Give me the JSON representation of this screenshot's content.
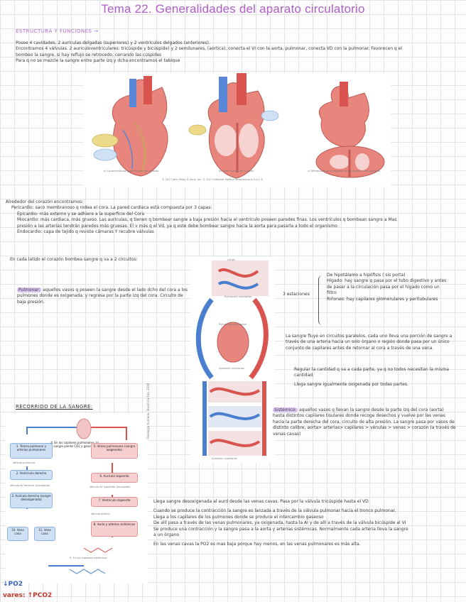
{
  "title": "Tema 22. Generalidades del aparato circulatorio",
  "section1": {
    "heading": "ESTRUCTURA Y FUNCIONES →",
    "lines": [
      "Posee 4 cavidades, 2 aurículas delgadas (superiores) y 2 ventrículos delgados (anteriores).",
      "Encontramos 4 válvulas. 2 auriculoventriculares: tricúspide y bicúspide) y 2 semilunares, (aortica), conecta el VI con la aorta, pulmonar, conecta VD con la pulmonar. Favorecen q el",
      "bombeo la sangre, si hay reflujo se retrocedo, cerrando las cúspides",
      "Para q no se mezcle la sangre entre parte izq y dcha encontramos el tabique"
    ],
    "figure_captions": [
      "a) Características superficiales del corazón",
      "b) Corte frontal del corazón",
      "c) Diferencias en el espesor de las paredes ventriculares"
    ],
    "copyright": "© 2017 John Wiley & Sons, Inc. © 2017 Editorial Médica Panamericana S.A.C.F."
  },
  "section2": {
    "heading": "Alrededor del corazón encontramos:",
    "items": [
      "Pericardio: saco membranoso q rodea el cora. La pared cardiaca está compuesta por 3 capas:",
      "Epicardio: más externo y se adhiere a la superficie del Cora",
      "Miocardio: más cardiaca, más grueso. Las aurículas, q tienen q bombear sangre a baja presión hacia el ventrículo poseen paredes finas. Los ventrículos q bombean sangre a Mas",
      "presión a las arterias tendrán paredes más gruesas. El v más q el Vd, ya q este debe bombear sangre hacia la aorta para pasarla a todo el organismo",
      "Endocardio: capa de tejido q reviste cámaras Y recubre válvulas"
    ]
  },
  "section3": {
    "intro": "En cada latido el corazón bombea sangre q va a 2 circuitos:",
    "pulmonar": {
      "label": "Pulmonar:",
      "text": "aquellos vasos q poseen la sangre desde el lado dcho del cora a los pulmones donde es oxigenada, y regresa por la parte izq del cora. Circuito de baja presión."
    },
    "estaciones_label": "3 estaciones",
    "estaciones_head": "De hipotálamo a hipófisis ( sis porta)",
    "estaciones_items": [
      "Hígado: hay sangre q pasa por el tubo digestivo y antes de pasar a la circulación pasa por el hígado como un filtro",
      "Riñones: hay capilares glomerulares y peritubulares"
    ],
    "paralelo": "La sangre fluye en circuitos paralelos, cada uno lleva una porción de sangre a través de una arteria hacia un solo órgano o región donde pasa por un único conjunto de capilares antes de retornar al cora a través de una vena.",
    "paralelo_items": [
      "Regular la cantidad q va a cada parte, ya q no todos necesitan la misma cantidad.",
      "Llega sangre igualmente oxigenada por todas partes."
    ],
    "sistemico": {
      "label": "Sistémico:",
      "text": "aquellos vasos q llevan la sangre desde la parte izq del cora (aorta) hasta distintos capilares tisulares donde recoge desechos y vuelve por las venas hacia la parte derecha del cora, circuito de alta presión. La sangre pasa por vasos de distinto calibre, aorta> arterias> capilares > vénulas > venas > corazón (a través de venas cavas)"
    },
    "diagram_labels": {
      "lungs": "Lungs",
      "pulm_capillaries": "Pulmonary capillaries",
      "pulm_circulation": "Pulmonary circulation",
      "systemic_circulation": "Systemic circulation",
      "systemic_capillaries": "Systemic capillaries"
    }
  },
  "section4": {
    "heading": "RECORRIDO DE LA SANGRE:",
    "flow": {
      "b1": "1. Tronco pulmonar y arterias pulmonares",
      "b2": "2. Ventrículo derecho",
      "b3": "3. Aurícula derecha (sangre desoxigenada)",
      "b4": "4. En los capilares pulmonares, la sangre pierde CO2 y gana O2",
      "b5": "5. Venas pulmonares (sangre oxigenada)",
      "b6": "6. Aurícula izquierda",
      "b7": "7. Ventrículo izquierdo",
      "b8": "8. Aorta y arterias sistémicas",
      "b9": "9. En los capilares sistémicos",
      "b10": "10. Vena cava",
      "b11": "11. Vena cava",
      "v_pulm": "Válvula pulmonar",
      "v_tric": "Válvula AV derecha (tricúspide)",
      "v_bic": "Válvula AV izquierda (bicúspide)",
      "v_aort": "Válvula aórtica"
    },
    "bottom_labels": [
      "↓PO2",
      "vares: ↑PCO2"
    ],
    "lines": [
      "Llega sangre desoxigenada al aurd desde las venas cavas. Pasa por la válvula tricúspide hasta el VD",
      "Cuando se produce la contracción la sangre es lanzada a través de la válvula pulmonar hacia el tronco pulmonar.",
      "Llega a los capilares de los pulmones donde se produce el intercambio gaseoso",
      "De allí pasa a través de las venas pulmonares, ya oxigenada, hasta la AI y de allí a través de la válvula bicúspide al VI",
      "Se produce una contracción y la sangre pasa a la aorta y arterias sistémicas. Normalmente cada arteria lleva la sangre",
      "a un órgano",
      "En las venas cavas la PO2 es mas baja porque hay menos, en las venas pulmonares es más alta."
    ],
    "vertical_caption": "Fisiología humana, Stuart Ira Fox, 2016"
  }
}
